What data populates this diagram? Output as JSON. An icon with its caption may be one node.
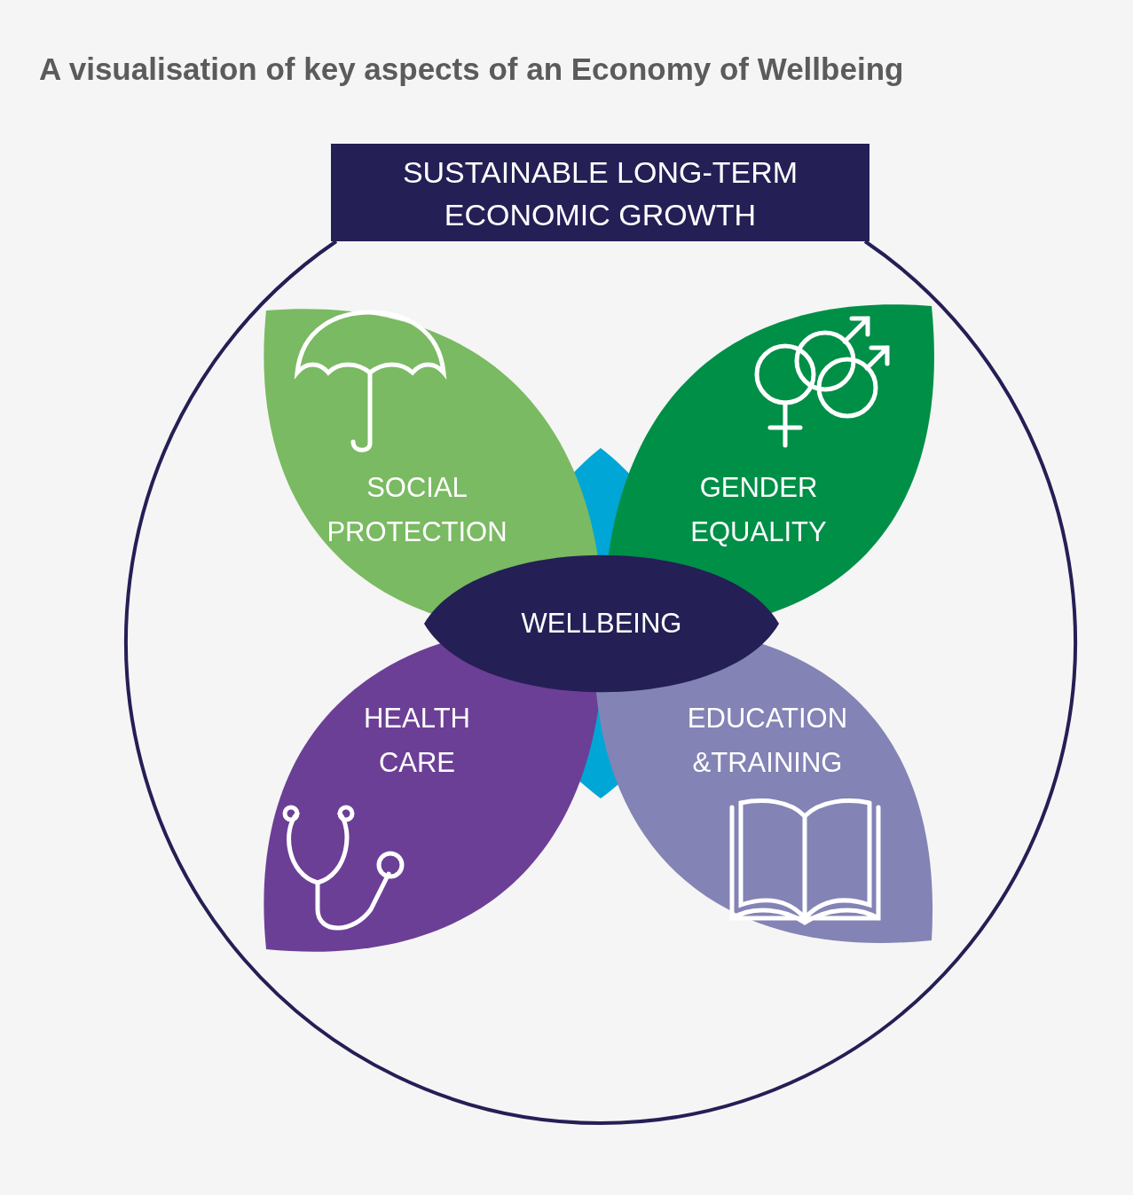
{
  "diagram": {
    "title": "A visualisation of key aspects of an Economy of Wellbeing",
    "nodes": [
      {
        "text": [
          "SUSTAINABLE LONG-TERM ECONOMIC GROWTH"
        ]
      },
      {
        "text": [
          "SOCIAL PROTECTION"
        ],
        "in": 0
      },
      {
        "text": [
          "GENDER EQUALITY"
        ],
        "in": 0
      },
      {
        "text": [
          "WELLBEING"
        ],
        "in": 0
      },
      {
        "text": [
          "HEALTH CARE"
        ],
        "in": 0
      },
      {
        "text": [
          "EDUCATION &TRAINING"
        ],
        "in": 0
      }
    ]
  }
}
